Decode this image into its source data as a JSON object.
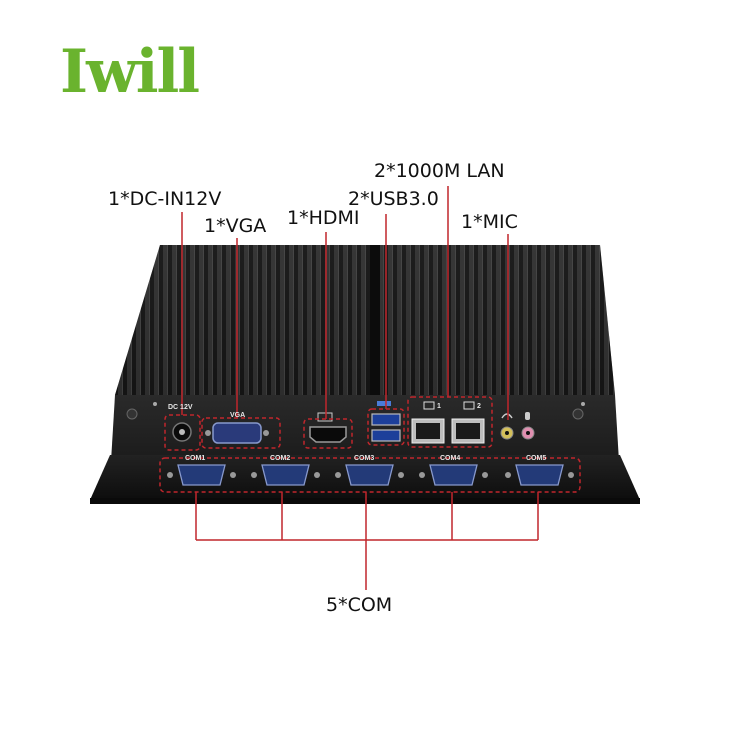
{
  "logo": {
    "text": "Iwill"
  },
  "callouts": {
    "dc_in": "1*DC-IN12V",
    "vga": "1*VGA",
    "hdmi": "1*HDMI",
    "usb": "2*USB3.0",
    "lan": "2*1000M LAN",
    "mic": "1*MIC",
    "com": "5*COM"
  },
  "port_labels": {
    "dc": "DC 12V",
    "vga": "VGA",
    "com1": "COM1",
    "com2": "COM2",
    "com3": "COM3",
    "com4": "COM4",
    "com5": "COM5",
    "lan1": "1",
    "lan2": "2"
  },
  "colors": {
    "brand_green": "#6ab32e",
    "callout_red": "#c0262c",
    "chassis": "#1b1b1b"
  }
}
